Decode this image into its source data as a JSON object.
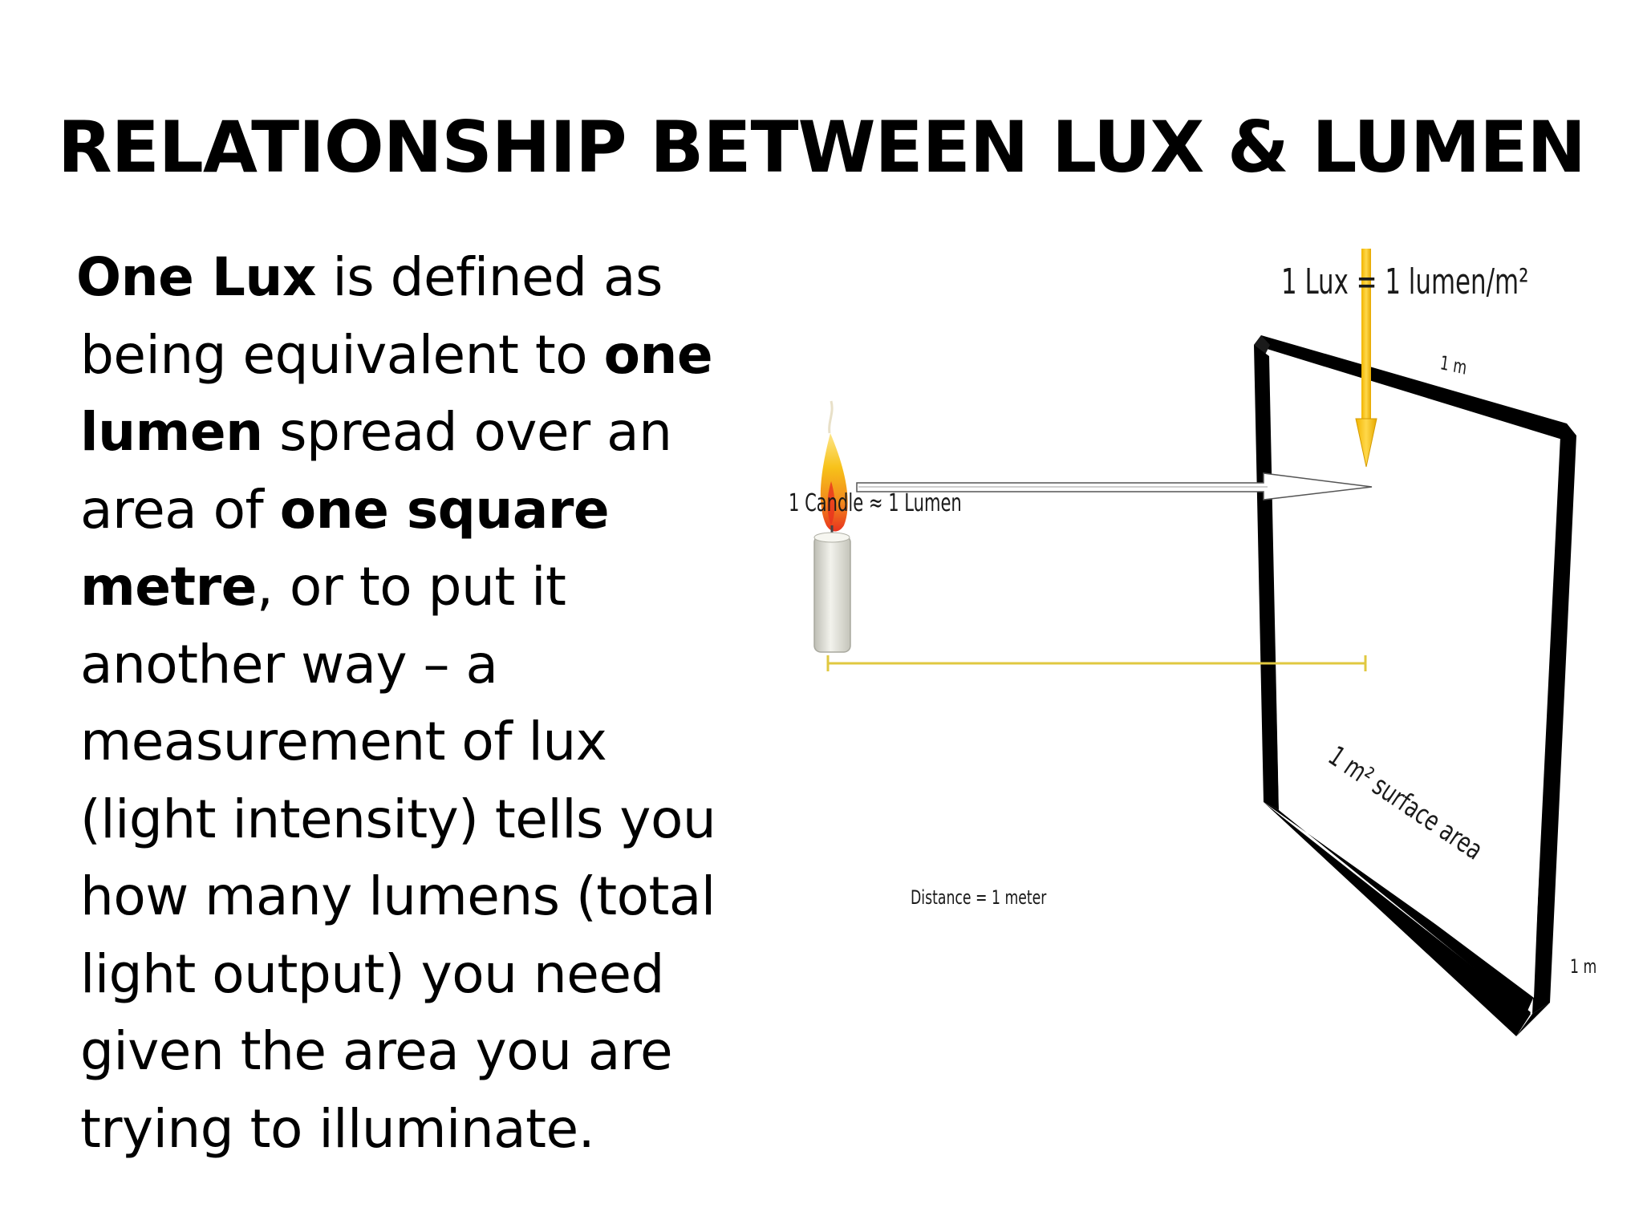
{
  "slide": {
    "title": "RELATIONSHIP BETWEEN LUX & LUMEN",
    "body_lines": [
      [
        {
          "text": "One Lux",
          "bold": true
        },
        {
          "text": " is defined as",
          "bold": false
        }
      ],
      [
        {
          "text": "being equivalent to ",
          "bold": false
        },
        {
          "text": "one",
          "bold": true
        }
      ],
      [
        {
          "text": "lumen",
          "bold": true
        },
        {
          "text": " spread over an",
          "bold": false
        }
      ],
      [
        {
          "text": "area of ",
          "bold": false
        },
        {
          "text": "one square",
          "bold": true
        }
      ],
      [
        {
          "text": "metre",
          "bold": true
        },
        {
          "text": ", or to put it",
          "bold": false
        }
      ],
      [
        {
          "text": "another way – a",
          "bold": false
        }
      ],
      [
        {
          "text": "measurement of lux",
          "bold": false
        }
      ],
      [
        {
          "text": "(light intensity) tells you",
          "bold": false
        }
      ],
      [
        {
          "text": "how many lumens (total",
          "bold": false
        }
      ],
      [
        {
          "text": "light output) you need",
          "bold": false
        }
      ],
      [
        {
          "text": "given the area you are",
          "bold": false
        }
      ],
      [
        {
          "text": "trying to illuminate.",
          "bold": false
        }
      ]
    ]
  },
  "diagram": {
    "formula_label": "1 Lux = 1 lumen/m²",
    "candle_label": "1 Candle ≈ 1 Lumen",
    "distance_label": "Distance = 1 meter",
    "top_edge_label": "1 m",
    "side_edge_label": "1 m",
    "surface_label": "1 m² surface area",
    "colors": {
      "frame": "#000000",
      "down_arrow": "#f5b800",
      "distance_line": "#e0c840",
      "flame_outer": "#f7c21a",
      "flame_inner": "#e8321e",
      "candle_body": "#e6e6df"
    }
  }
}
